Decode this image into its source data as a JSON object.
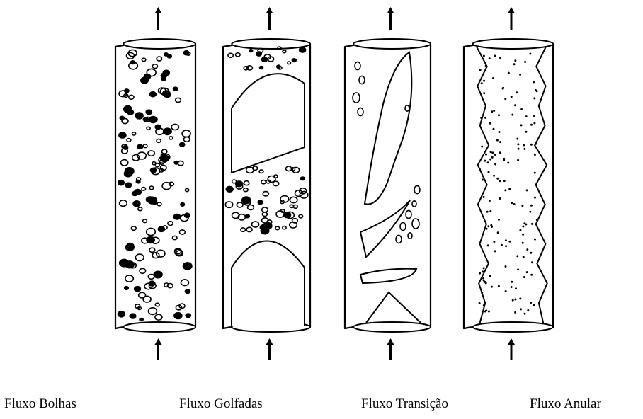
{
  "figure": {
    "stroke_color": "#000000",
    "background_color": "#ffffff",
    "panels": [
      {
        "type": "bubbles",
        "caption": "Fluxo Bolhas"
      },
      {
        "type": "slug",
        "caption": "Fluxo Golfadas"
      },
      {
        "type": "churn",
        "caption": "Fluxo Transição"
      },
      {
        "type": "annular",
        "caption": "Fluxo Anular"
      }
    ],
    "flow_direction": "up",
    "icons": [
      "flow-in-arrow-icon",
      "flow-out-arrow-icon"
    ]
  }
}
